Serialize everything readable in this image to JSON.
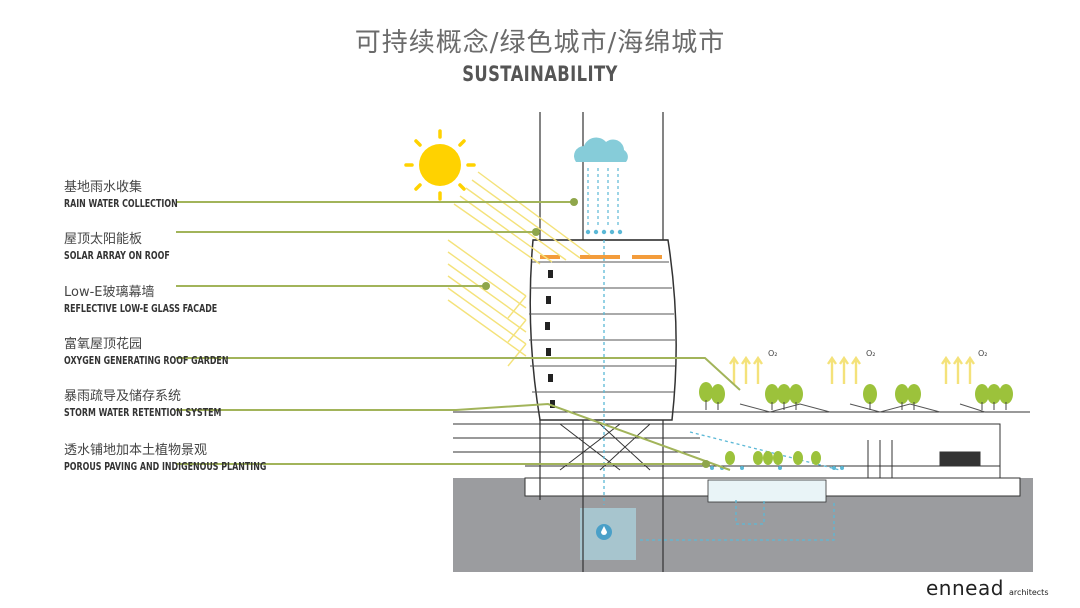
{
  "title_cn": "可持续概念/绿色城市/海绵城市",
  "title_en": "SUSTAINABILITY",
  "labels": [
    {
      "cn": "基地雨水收集",
      "en": "RAIN WATER COLLECTION"
    },
    {
      "cn": "屋顶太阳能板",
      "en": "SOLAR ARRAY ON ROOF"
    },
    {
      "cn": "Low-E玻璃幕墙",
      "en": "REFLECTIVE LOW-E GLASS FACADE"
    },
    {
      "cn": "富氧屋顶花园",
      "en": "OXYGEN GENERATING ROOF GARDEN"
    },
    {
      "cn": "暴雨疏导及储存系统",
      "en": "STORM WATER RETENTION SYSTEM"
    },
    {
      "cn": "透水铺地加本土植物景观",
      "en": "POROUS PAVING AND INDIGENOUS PLANTING"
    }
  ],
  "oxygen_labels": [
    "O₂",
    "O₂",
    "O₂"
  ],
  "logo": {
    "main": "ennead",
    "sub": "architects"
  },
  "colors": {
    "leader_green": "#a2b45a",
    "dot_green": "#8fa64a",
    "tree_green": "#9cc23b",
    "sun_yellow": "#ffd200",
    "solar_rays": "#f4e27a",
    "water_blue": "#5bb8d6",
    "ground_gray": "#9b9c9f",
    "building_line": "#333333"
  },
  "icons": [
    "sun-icon",
    "cloud-icon",
    "tree-icon",
    "water-drop-icon",
    "oxygen-arrow-icon"
  ]
}
